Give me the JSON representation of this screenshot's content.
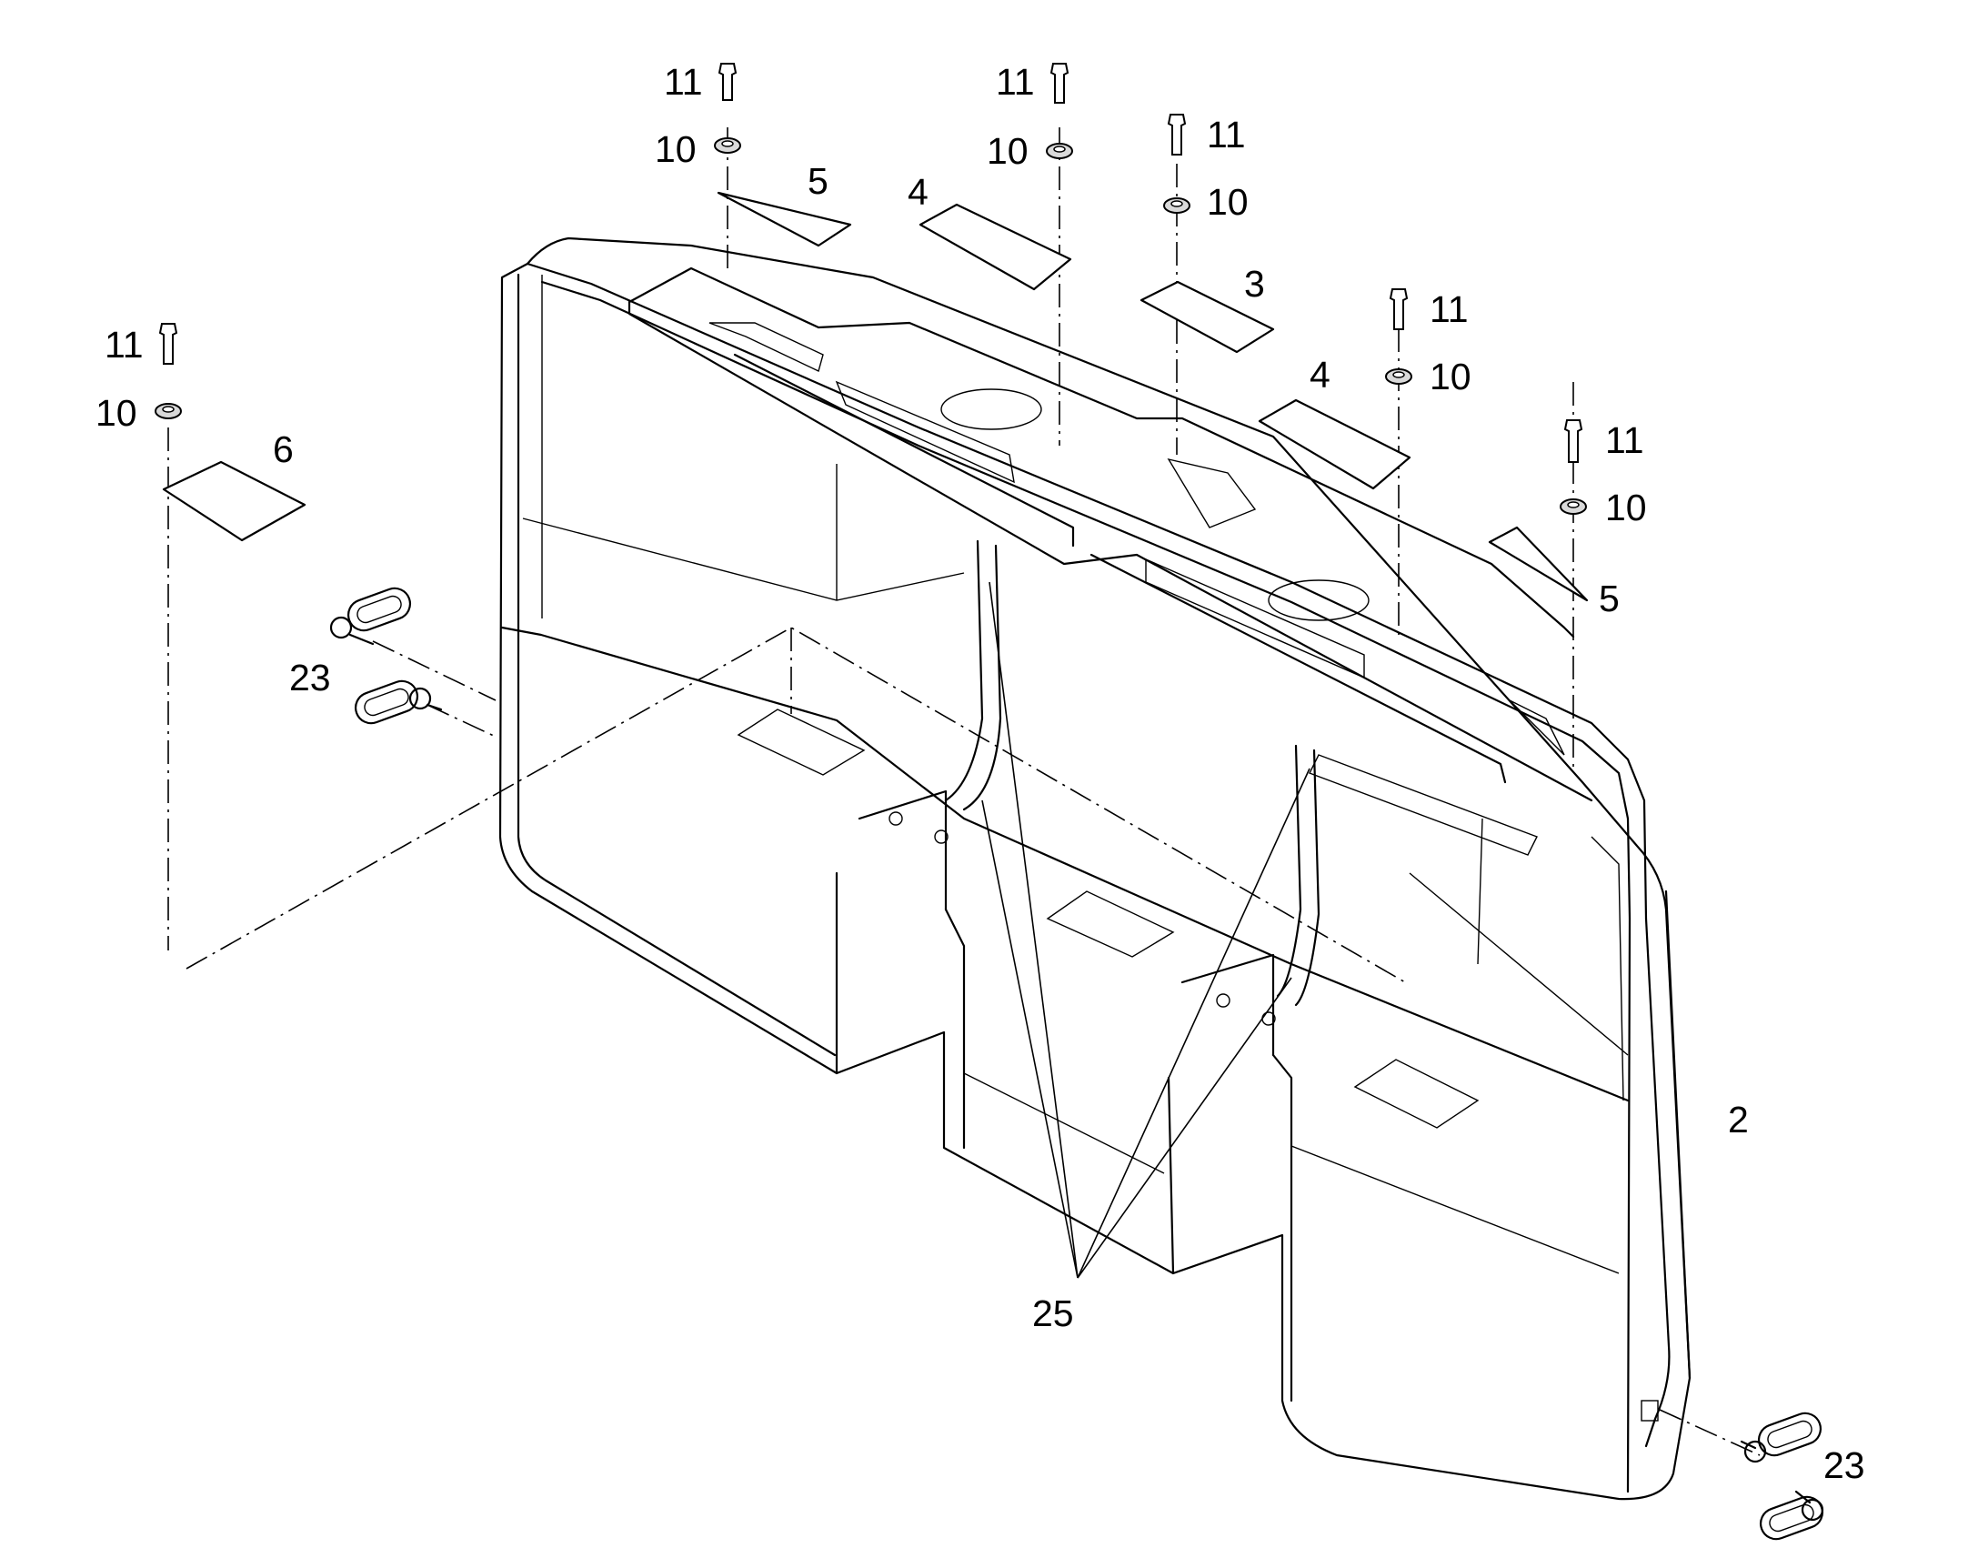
{
  "diagram": {
    "type": "exploded parts view",
    "main_part": "2",
    "callouts": [
      {
        "id": "lbl-11-a",
        "text": "11"
      },
      {
        "id": "lbl-10-a",
        "text": "10"
      },
      {
        "id": "lbl-5-a",
        "text": "5"
      },
      {
        "id": "lbl-11-b",
        "text": "11"
      },
      {
        "id": "lbl-10-b",
        "text": "10"
      },
      {
        "id": "lbl-4-a",
        "text": "4"
      },
      {
        "id": "lbl-11-c",
        "text": "11"
      },
      {
        "id": "lbl-10-c",
        "text": "10"
      },
      {
        "id": "lbl-3",
        "text": "3"
      },
      {
        "id": "lbl-11-d",
        "text": "11"
      },
      {
        "id": "lbl-10-d",
        "text": "10"
      },
      {
        "id": "lbl-4-b",
        "text": "4"
      },
      {
        "id": "lbl-11-e",
        "text": "11"
      },
      {
        "id": "lbl-10-e",
        "text": "10"
      },
      {
        "id": "lbl-5-b",
        "text": "5"
      },
      {
        "id": "lbl-11-f",
        "text": "11"
      },
      {
        "id": "lbl-10-f",
        "text": "10"
      },
      {
        "id": "lbl-6",
        "text": "6"
      },
      {
        "id": "lbl-23-a",
        "text": "23"
      },
      {
        "id": "lbl-2",
        "text": "2"
      },
      {
        "id": "lbl-25",
        "text": "25"
      },
      {
        "id": "lbl-23-b",
        "text": "23"
      }
    ]
  }
}
